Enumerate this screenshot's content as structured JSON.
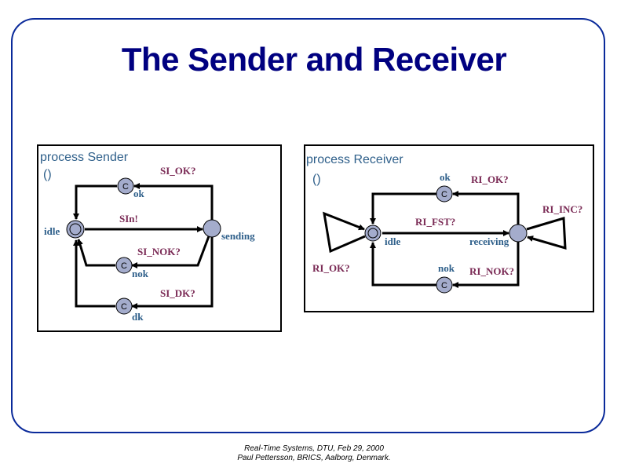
{
  "slide": {
    "title": "The Sender and Receiver",
    "footer_line1": "Real-Time Systems, DTU, Feb 29, 2000",
    "footer_line2": "Paul Pettersson, BRICS, Aalborg, Denmark."
  },
  "colors": {
    "title": "#000080",
    "frame": "#0a2a9a",
    "location_fill": "#a4accc",
    "location_label": "#2e5f8a",
    "edge_label": "#7a2a55"
  },
  "sender": {
    "title": "process Sender",
    "params": "()",
    "locations": {
      "idle": "idle",
      "sending": "sending",
      "ok": "ok",
      "nok": "nok",
      "dk": "dk"
    },
    "committed_marker": "C",
    "edges": {
      "send": "SIn!",
      "ok": "SI_OK?",
      "nok": "SI_NOK?",
      "dk": "SI_DK?"
    }
  },
  "receiver": {
    "title": "process Receiver",
    "params": "()",
    "locations": {
      "idle": "idle",
      "receiving": "receiving",
      "ok": "ok",
      "nok": "nok"
    },
    "committed_marker": "C",
    "edges": {
      "first": "RI_FST?",
      "ok": "RI_OK?",
      "nok": "RI_NOK?",
      "idle_loop": "RI_OK?",
      "inc_loop": "RI_INC?"
    }
  }
}
